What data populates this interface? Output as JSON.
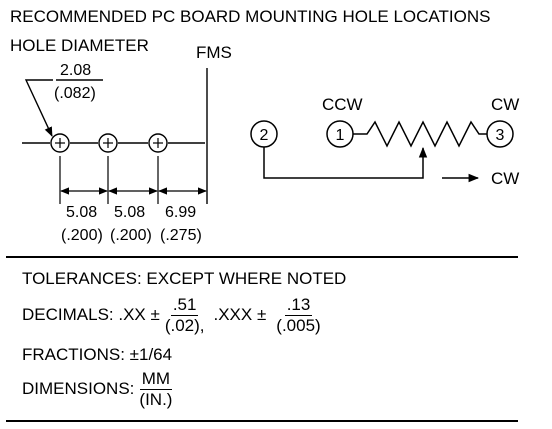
{
  "title": "RECOMMENDED PC BOARD MOUNTING HOLE LOCATIONS",
  "hole_label": "HOLE DIAMETER",
  "hole_mm": "2.08",
  "hole_in": "(.082)",
  "fms_label": "FMS",
  "spacings": [
    {
      "mm": "5.08",
      "in": "(.200)"
    },
    {
      "mm": "5.08",
      "in": "(.200)"
    },
    {
      "mm": "6.99",
      "in": "(.275)"
    }
  ],
  "schematic": {
    "pin_left": "2",
    "pin_mid": "1",
    "pin_right": "3",
    "ccw_label": "CCW",
    "cw_label": "CW",
    "cw_arrow_label": "CW"
  },
  "tolerances": {
    "heading": "TOLERANCES: EXCEPT WHERE NOTED",
    "decimals_prefix": "DECIMALS: .XX ±",
    "xx_mm": ".51",
    "xx_in": "(.02),",
    "xxx_prefix": ".XXX ±",
    "xxx_mm": ".13",
    "xxx_in": "(.005)",
    "fractions": "FRACTIONS: ±1/64",
    "dimensions_prefix": "DIMENSIONS:",
    "dim_mm": "MM",
    "dim_in": "(IN.)"
  },
  "colors": {
    "ink": "#000000",
    "background": "#ffffff"
  }
}
